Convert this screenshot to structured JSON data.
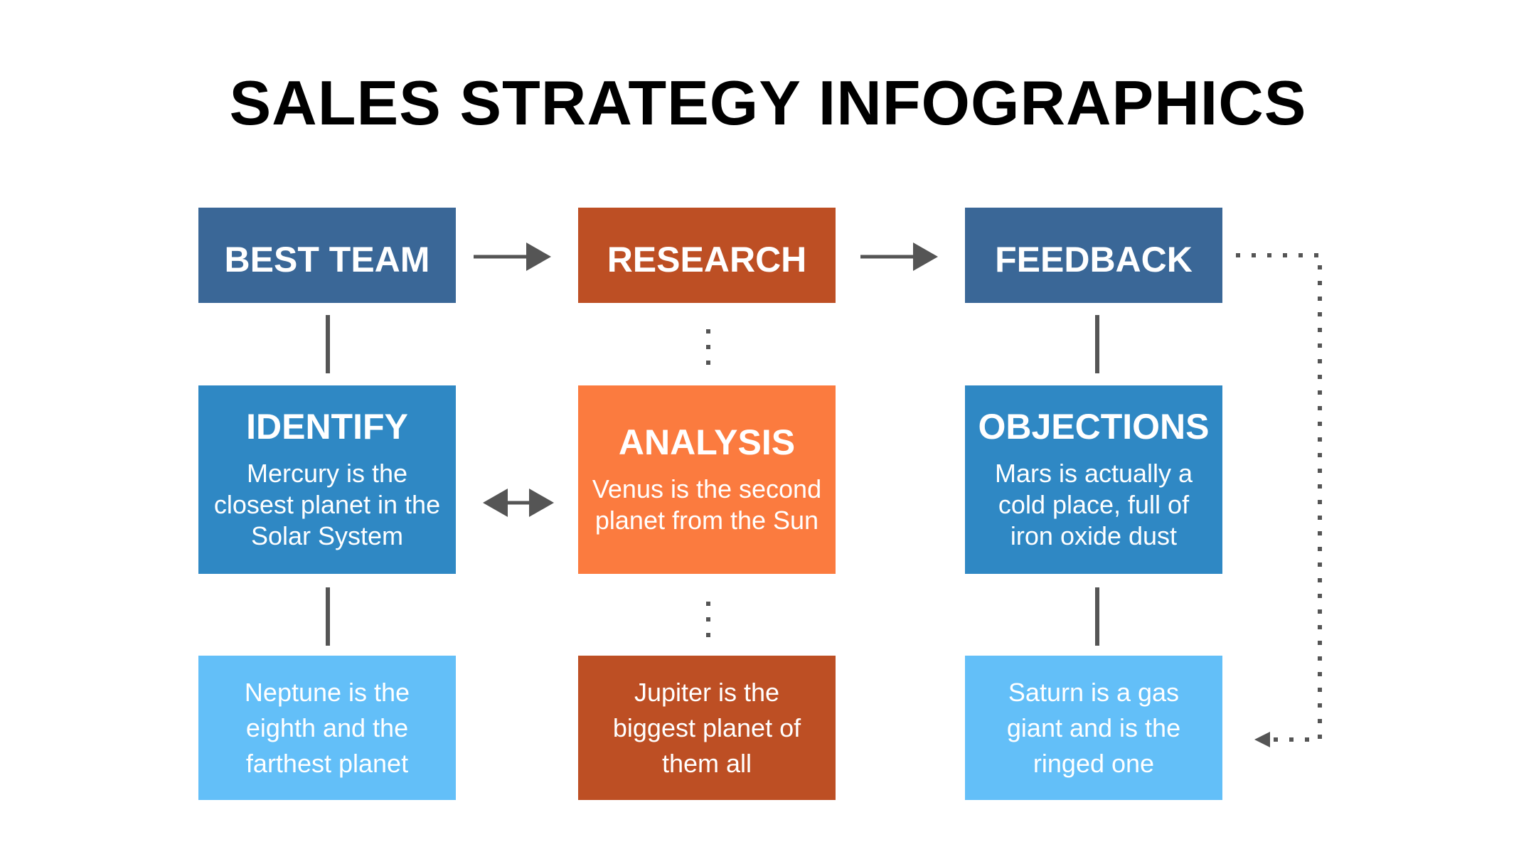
{
  "title": "SALES STRATEGY INFOGRAPHICS",
  "colors": {
    "dark_blue": "#3a6797",
    "dark_orange": "#bd4f24",
    "mid_blue": "#2f88c4",
    "orange": "#fb7b3f",
    "light_blue": "#63bff8",
    "connector": "#555555"
  },
  "columns": [
    {
      "top": {
        "heading": "BEST TEAM",
        "color": "#3a6797"
      },
      "middle": {
        "heading": "IDENTIFY",
        "text": "Mercury is the closest planet in the Solar System",
        "color": "#2f88c4"
      },
      "bottom": {
        "text": "Neptune is the eighth and the farthest planet",
        "color": "#63bff8"
      }
    },
    {
      "top": {
        "heading": "RESEARCH",
        "color": "#bd4f24"
      },
      "middle": {
        "heading": "ANALYSIS",
        "text": "Venus is the second planet from the Sun",
        "color": "#fb7b3f"
      },
      "bottom": {
        "text": "Jupiter is the biggest planet of them all",
        "color": "#bd4f24"
      }
    },
    {
      "top": {
        "heading": "FEEDBACK",
        "color": "#3a6797"
      },
      "middle": {
        "heading": "OBJECTIONS",
        "text": "Mars is actually a cold place, full of iron oxide dust",
        "color": "#2f88c4"
      },
      "bottom": {
        "text": "Saturn is a gas giant and is the ringed one",
        "color": "#63bff8"
      }
    }
  ]
}
